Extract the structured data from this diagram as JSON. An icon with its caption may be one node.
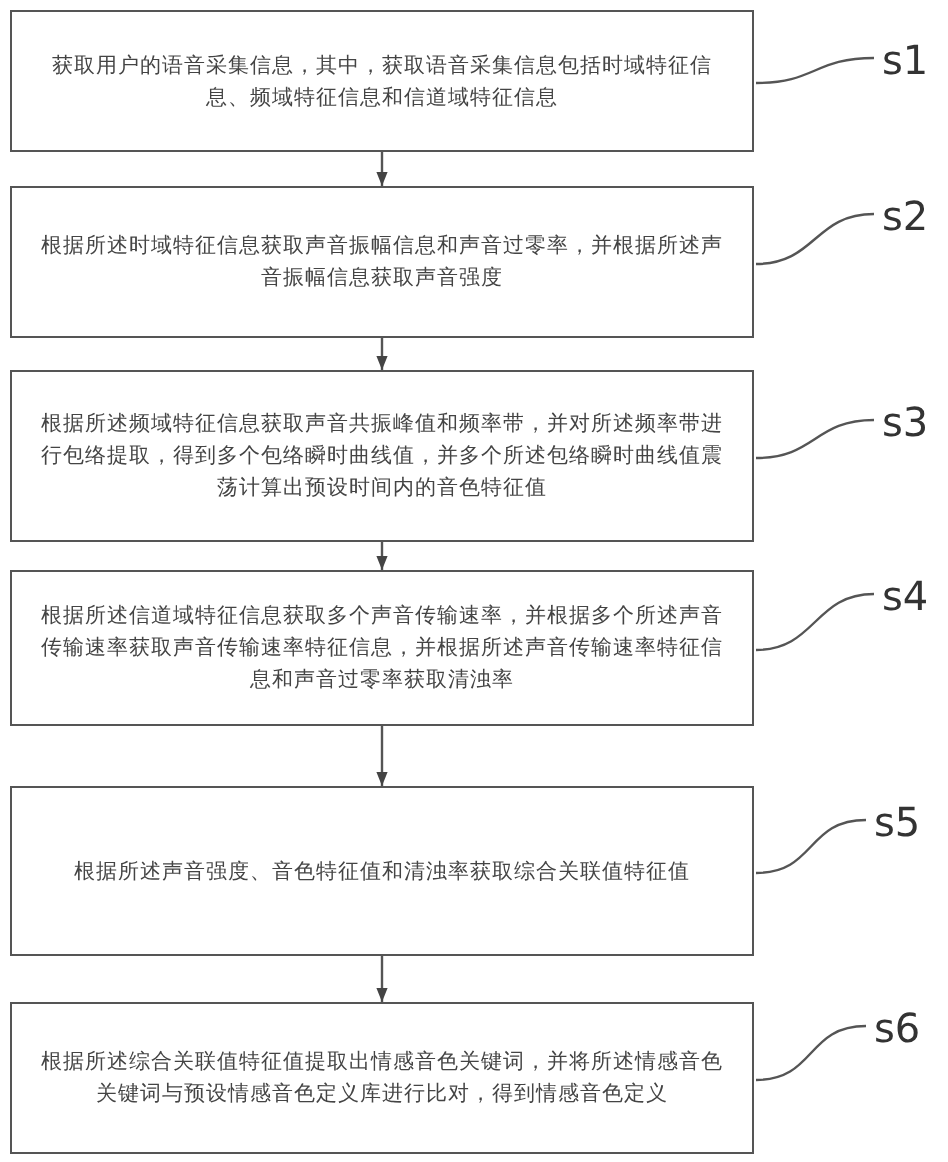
{
  "diagram": {
    "nodes": [
      {
        "text": [
          "获取用户的语音采集信息，其中，获取语音采集信息包括时域特征信息、频域特征信息和信道域特征信息"
        ]
      },
      {
        "text": [
          "根据所述时域特征信息获取声音振幅信息和声音过零率，并根据所述声音振幅信息获取声音强度"
        ]
      },
      {
        "text": [
          "根据所述频域特征信息获取声音共振峰值和频率带，并对所述频率带进行包络提取，得到多个包络瞬时曲线值，并多个所述包络瞬时曲线值震荡计算出预设时间内的音色特征值"
        ]
      },
      {
        "text": [
          "根据所述信道域特征信息获取多个声音传输速率，并根据多个所述声音传输速率获取声音传输速率特征信息，并根据所述声音传输速率特征信息和声音过零率获取清浊率"
        ]
      },
      {
        "text": [
          "根据所述声音强度、音色特征值和清浊率获取综合关联值特征值"
        ]
      },
      {
        "text": [
          "根据所述综合关联值特征值提取出情感音色关键词，并将所述情感音色关键词与预设情感音色定义库进行比对，得到情感音色定义"
        ]
      },
      {
        "text": [
          "s1"
        ]
      },
      {
        "text": [
          "s2"
        ]
      },
      {
        "text": [
          "s3"
        ]
      },
      {
        "text": [
          "s4"
        ]
      },
      {
        "text": [
          "s5"
        ]
      },
      {
        "text": [
          "s6"
        ]
      }
    ],
    "edges": [
      {
        "from": 0,
        "to": 1,
        "arrow": "to"
      },
      {
        "from": 1,
        "to": 2,
        "arrow": "to"
      },
      {
        "from": 2,
        "to": 3,
        "arrow": "to"
      },
      {
        "from": 3,
        "to": 4,
        "arrow": "to"
      },
      {
        "from": 4,
        "to": 5,
        "arrow": "to"
      },
      {
        "from": 6,
        "to": 0,
        "arrow": "none"
      },
      {
        "from": 7,
        "to": 1,
        "arrow": "none"
      },
      {
        "from": 8,
        "to": 2,
        "arrow": "none"
      },
      {
        "from": 9,
        "to": 3,
        "arrow": "none"
      },
      {
        "from": 10,
        "to": 4,
        "arrow": "none"
      },
      {
        "from": 11,
        "to": 5,
        "arrow": "none"
      }
    ]
  }
}
